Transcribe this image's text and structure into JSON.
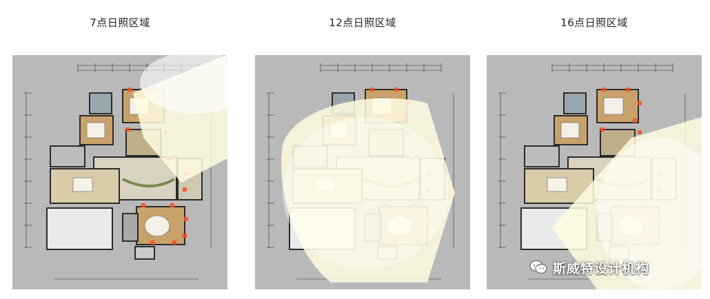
{
  "panels": [
    {
      "title": "7点日照区域"
    },
    {
      "title": "12点日照区域"
    },
    {
      "title": "16点日照区域"
    }
  ],
  "watermark": {
    "text": "斯威特设计机构",
    "icon": "wechat-icon"
  },
  "colors": {
    "panel_bg": "#b9b9b9",
    "sunlight": "#fffbe0",
    "wood_floor": "#c8a26a",
    "tile_floor": "#d9d2c0",
    "wall": "#2a2a2a",
    "highlight": "#ff4a1a"
  }
}
